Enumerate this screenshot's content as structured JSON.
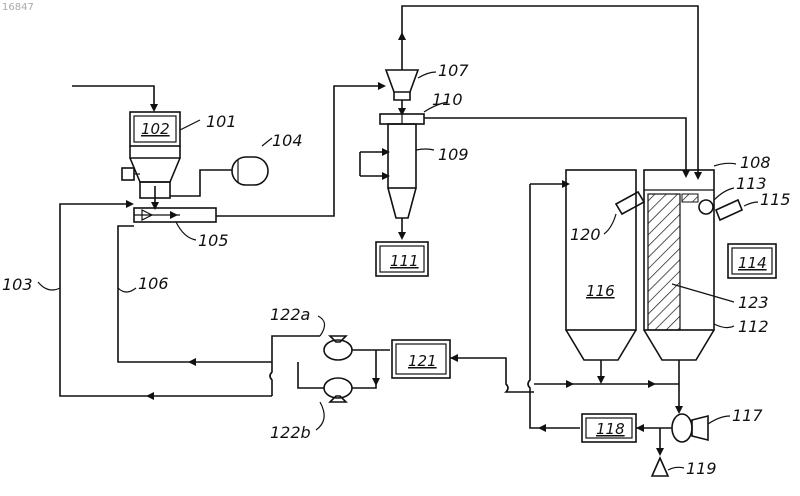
{
  "page_id": "16847",
  "labels": {
    "l101": "101",
    "l102": "102",
    "l103": "103",
    "l104": "104",
    "l105": "105",
    "l106": "106",
    "l107": "107",
    "l108": "108",
    "l109": "109",
    "l110": "110",
    "l111": "111",
    "l112": "112",
    "l113": "113",
    "l114": "114",
    "l115": "115",
    "l116": "116",
    "l117": "117",
    "l118": "118",
    "l119": "119",
    "l120": "120",
    "l121": "121",
    "l122a": "122a",
    "l122b": "122b",
    "l123": "123"
  }
}
